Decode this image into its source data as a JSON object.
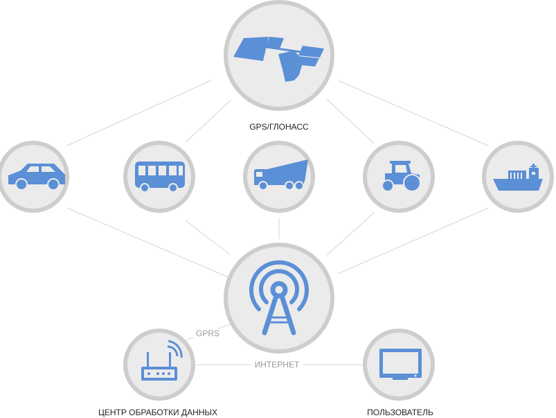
{
  "labels": {
    "satellite": "GPS/ГЛОНАСС",
    "gprs": "GPRS",
    "internet": "ИНТЕРНЕТ",
    "data_center": "ЦЕНТР ОБРАБОТКИ ДАННЫХ",
    "user": "ПОЛЬЗОВАТЕЛЬ"
  },
  "colors": {
    "icon": "#5b8fd6",
    "circle_fill": "#ebebeb",
    "circle_border": "#cdcdcd",
    "line": "#d4d4d4"
  }
}
